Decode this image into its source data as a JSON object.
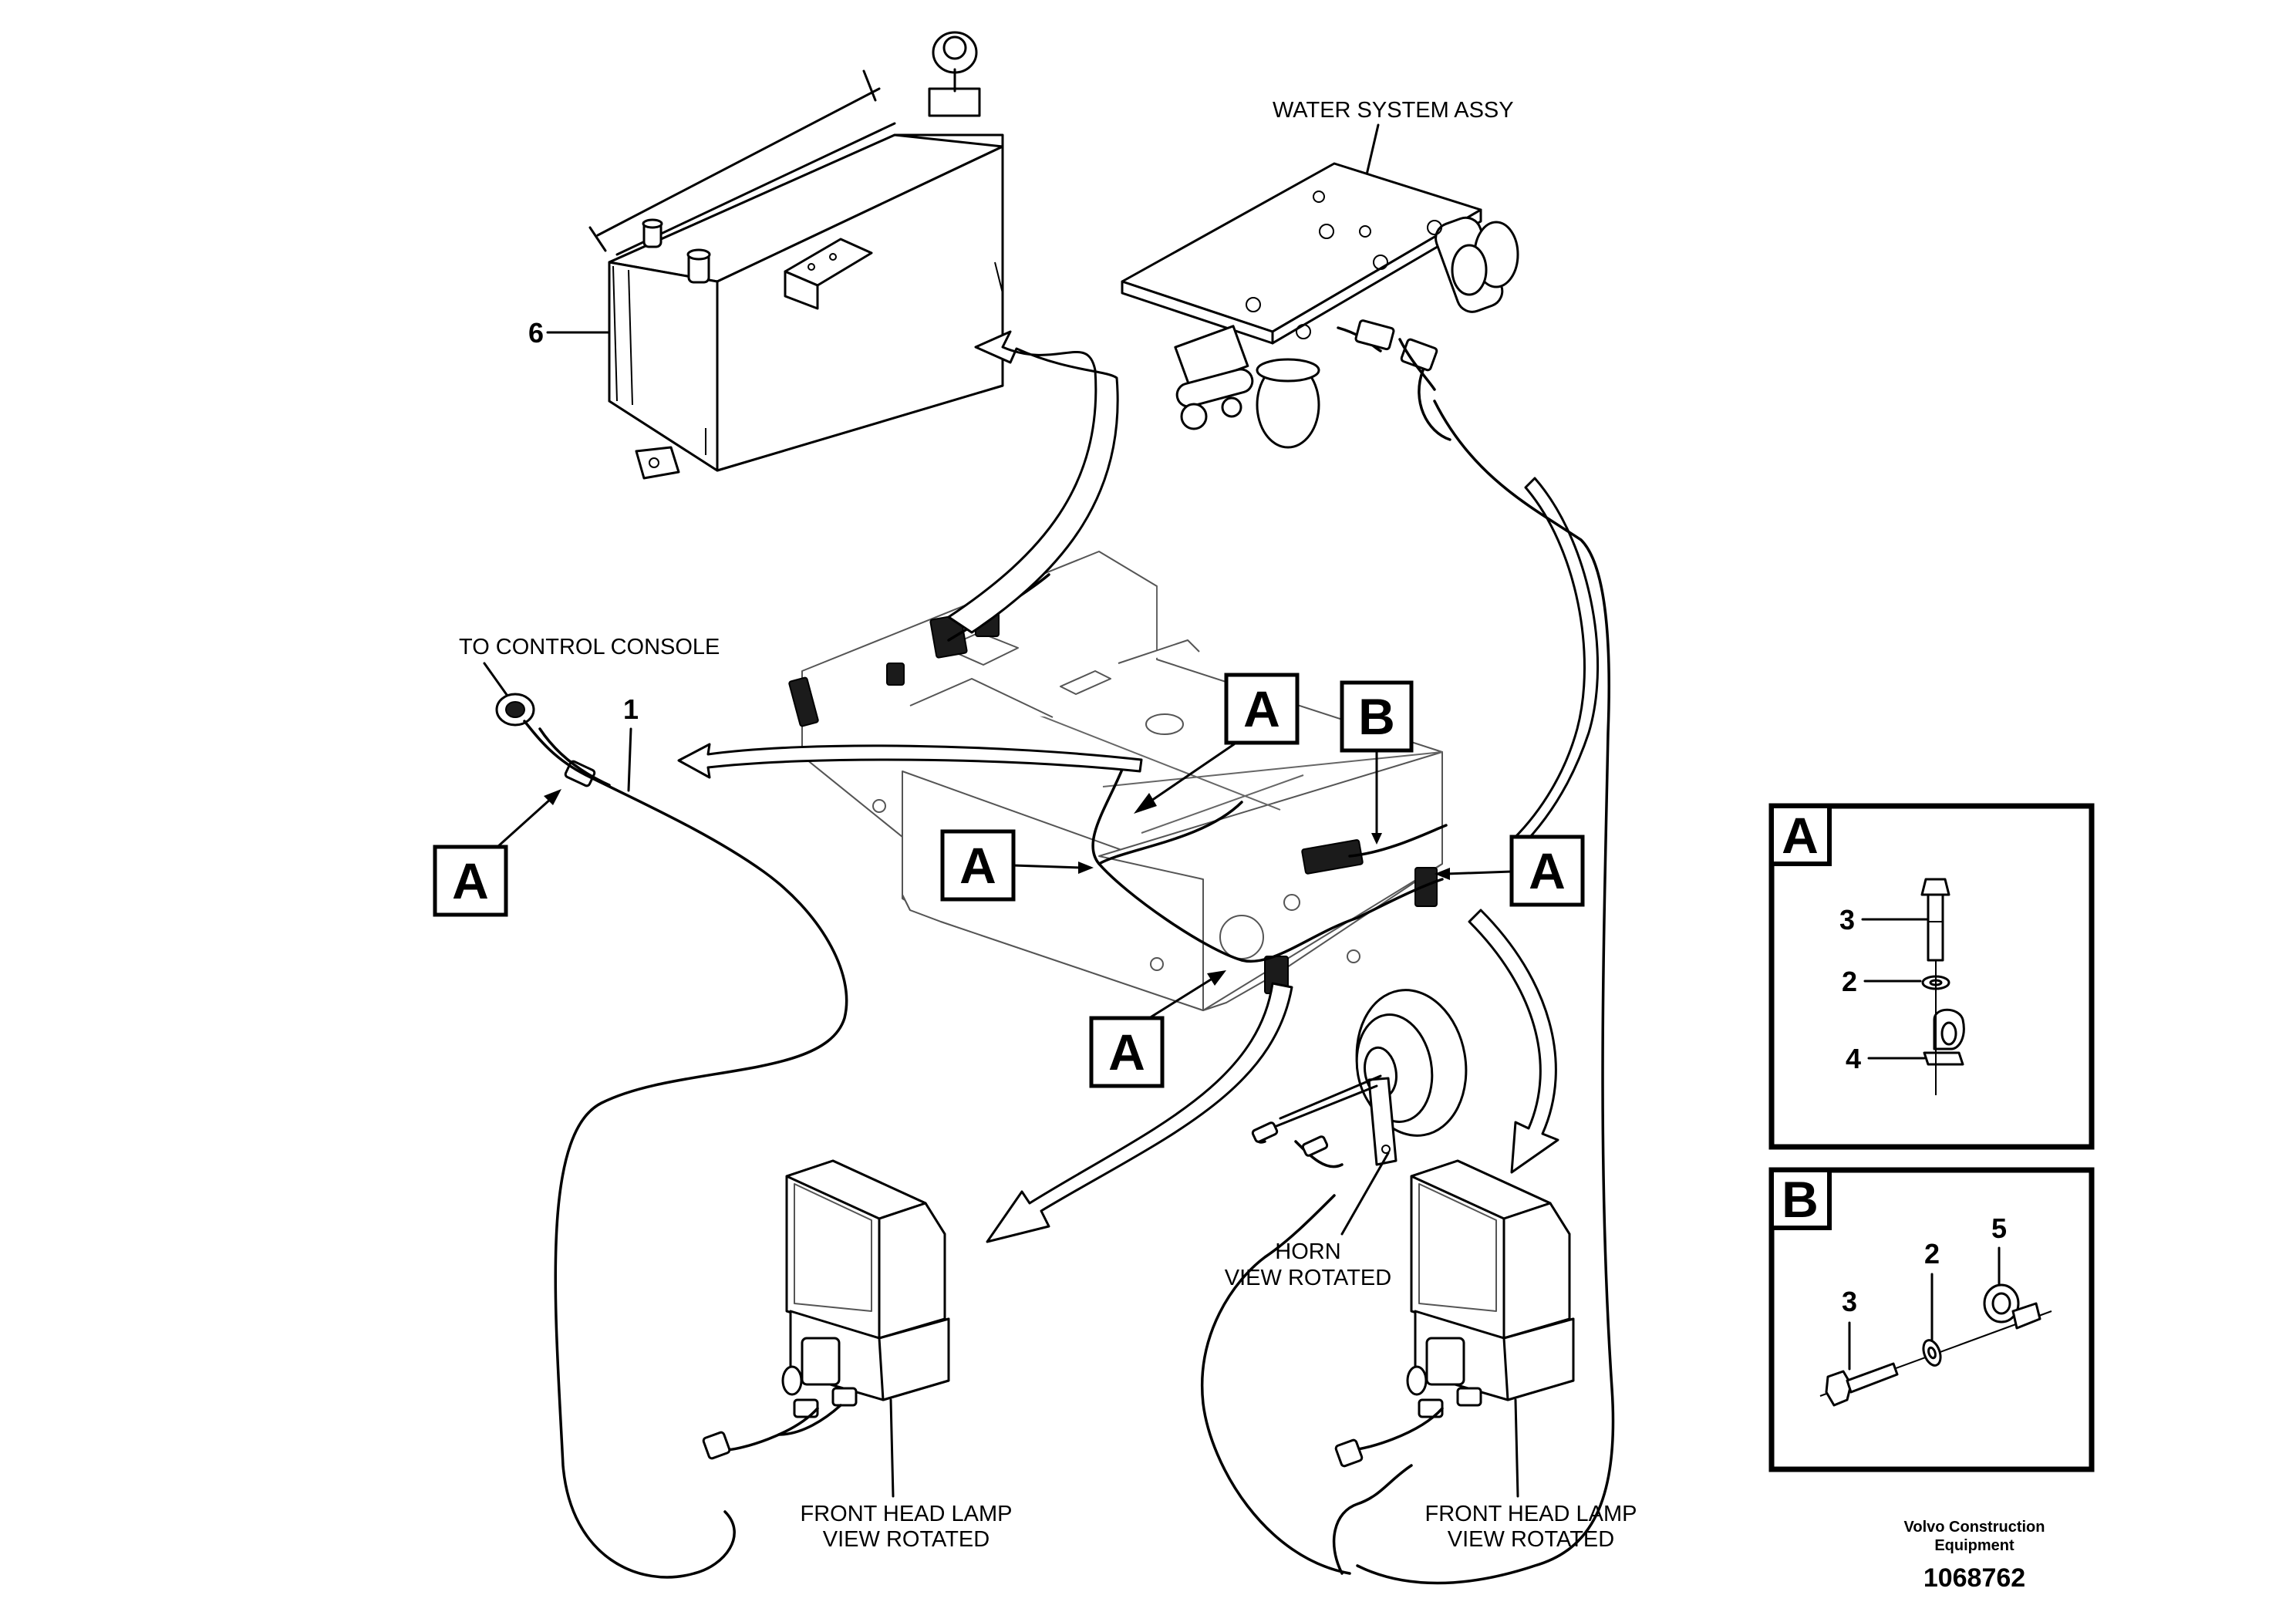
{
  "labels": {
    "water_system": "WATER SYSTEM ASSY",
    "control_console": "TO CONTROL CONSOLE",
    "horn_1": "HORN",
    "horn_2": "VIEW ROTATED",
    "lamp_left_1": "FRONT HEAD LAMP",
    "lamp_left_2": "VIEW ROTATED",
    "lamp_right_1": "FRONT HEAD LAMP",
    "lamp_right_2": "VIEW ROTATED"
  },
  "item_numbers": {
    "tank": "6",
    "harness": "1"
  },
  "reference_letters": {
    "a": "A",
    "b": "B"
  },
  "detail_a": {
    "letter": "A",
    "items": [
      "3",
      "2",
      "4"
    ]
  },
  "detail_b": {
    "letter": "B",
    "items": [
      "3",
      "2",
      "5"
    ]
  },
  "footer": {
    "company_1": "Volvo Construction",
    "company_2": "Equipment",
    "drawing_number": "1068762"
  },
  "icons": {
    "horn": "horn-icon",
    "head_lamp": "head-lamp-icon",
    "water_pump": "water-pump-icon",
    "tank": "washer-tank-icon",
    "bolt": "bolt-icon",
    "washer": "washer-icon",
    "clamp": "clamp-icon"
  }
}
